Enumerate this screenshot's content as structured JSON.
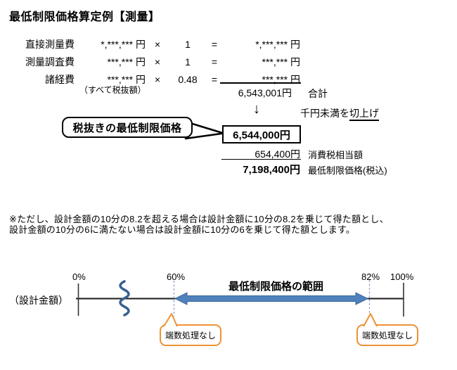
{
  "title": "最低制限価格算定例【測量】",
  "calc": {
    "rows": [
      {
        "label": "直接測量費",
        "value": "*,***,*** 円",
        "times": "×",
        "multiplier": "1",
        "equals": "=",
        "result": "*,***,*** 円"
      },
      {
        "label": "測量調査費",
        "value": "***,*** 円",
        "times": "×",
        "multiplier": "1",
        "equals": "=",
        "result": "***,*** 円"
      },
      {
        "label": "諸経費",
        "value": "***,*** 円",
        "times": "×",
        "multiplier": "0.48",
        "equals": "=",
        "result": "***,*** 円"
      }
    ],
    "tax_note": "（すべて税抜額）",
    "subtotal_value": "6,543,001円",
    "subtotal_label": "合計",
    "down_arrow": "↓",
    "round_note_prefix": "千円未満を",
    "round_note_underlined": "切上げ",
    "callout_label": "税抜きの最低制限価格",
    "rounded_value": "6,544,000円",
    "tax_value": "654,400円",
    "tax_label": "消費税相当額",
    "total_value": "7,198,400円",
    "total_label": "最低制限価格(税込)"
  },
  "note_line1": "※ただし、設計金額の10分の8.2を超える場合は設計金額に10分の8.2を乗じて得た額とし、",
  "note_line2": "設計金額の10分の6に満たない場合は設計金額に10分の6を乗じて得た額とします。",
  "diagram": {
    "axis_label": "（設計金額）",
    "ticks": [
      "0%",
      "60%",
      "82%",
      "100%"
    ],
    "range_label": "最低制限価格の範囲",
    "bubble_left": "端数処理なし",
    "bubble_right": "端数処理なし",
    "colors": {
      "range_arrow": "#4F81BD",
      "range_arrow_outline": "#3A6598",
      "break_squiggle": "#376091",
      "dashed_guide": "#95A8C4",
      "bubble_border": "#ED9233"
    }
  }
}
